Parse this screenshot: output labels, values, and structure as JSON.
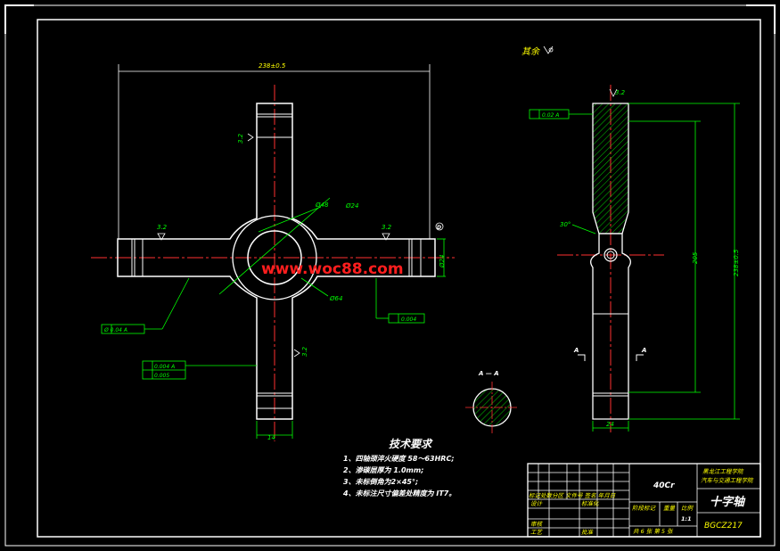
{
  "watermark": "www.woc88.com",
  "surface_finish_note": "其余",
  "section_label": "A — A",
  "section_marker": "A",
  "tech_requirements": {
    "title": "技术要求",
    "items": [
      "1、四轴颈淬火硬度  58～63HRC;",
      "2、渗碳层厚为  1.0mm;",
      "3、未标倒角为2×45°;",
      "4、未标注尺寸偏差处精度为    IT7。"
    ]
  },
  "front_view": {
    "overall_length": "238±0.5",
    "dim_d48": "Ø48",
    "dim_d24": "Ø24",
    "dim_d64": "Ø64",
    "journal_dia": "Ø24",
    "journal_len": "14",
    "roughness_left": "3.2",
    "roughness_right": "3.2",
    "roughness_top": "3.2",
    "roughness_bottom": "3.2",
    "tol_perp": "Ø 0.04 A",
    "tol_cyl_a": "0.004 A",
    "tol_cyl_b": "0.005",
    "tol_right": "0.004",
    "datum": "D"
  },
  "side_view": {
    "tol_top": "0.02 A",
    "roughness_top": "3.2",
    "angle": "30°",
    "dim_height": "205",
    "dim_overall": "238±0.5",
    "dim_width": "24"
  },
  "title_block": {
    "material": "40Cr",
    "school_line1": "黑龙江工程学院",
    "school_line2": "汽车与交通工程学院",
    "part_name": "十字轴",
    "drawing_no": "BGCZ217",
    "row_labels": [
      "标记",
      "处数",
      "分区",
      "文件号",
      "签名",
      "年月日"
    ],
    "designer": "设计",
    "standardization": "标准化",
    "review": "审核",
    "process": "工艺",
    "approve": "批准",
    "stage_mark": "阶段标记",
    "weight": "重量",
    "scale": "比例",
    "scale_value": "1:1",
    "sheets": "共 6 张  第 5 张"
  }
}
